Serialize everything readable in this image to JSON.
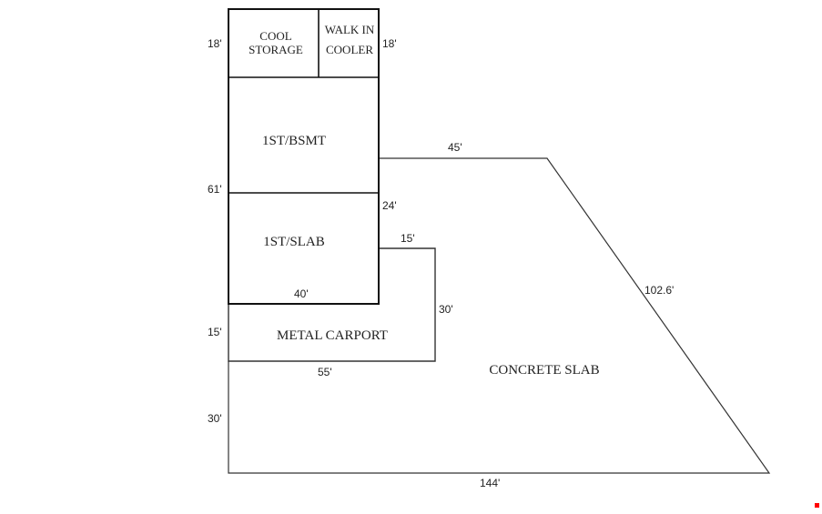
{
  "colors": {
    "background": "#ffffff",
    "outline_dark": "#111111",
    "outline_light": "#333333",
    "text": "#222222",
    "corner_mark": "#ff0000"
  },
  "rooms": {
    "cool_storage": {
      "line1": "COOL",
      "line2": "STORAGE"
    },
    "walk_in_cooler": {
      "line1": "WALK IN",
      "line2": "COOLER"
    },
    "first_bsmt": "1ST/BSMT",
    "first_slab": "1ST/SLAB",
    "metal_carport": "METAL CARPORT",
    "concrete_slab": "CONCRETE SLAB"
  },
  "dimensions": {
    "cool_storage_left": "18'",
    "walk_in_cooler_right": "18'",
    "building_left": "61'",
    "building_right": "24'",
    "building_bottom": "40'",
    "carport_left": "15'",
    "carport_top": "15'",
    "carport_right": "30'",
    "carport_bottom": "55'",
    "slab_top": "45'",
    "slab_diagonal": "102.6'",
    "slab_left": "30'",
    "slab_bottom": "144'"
  }
}
